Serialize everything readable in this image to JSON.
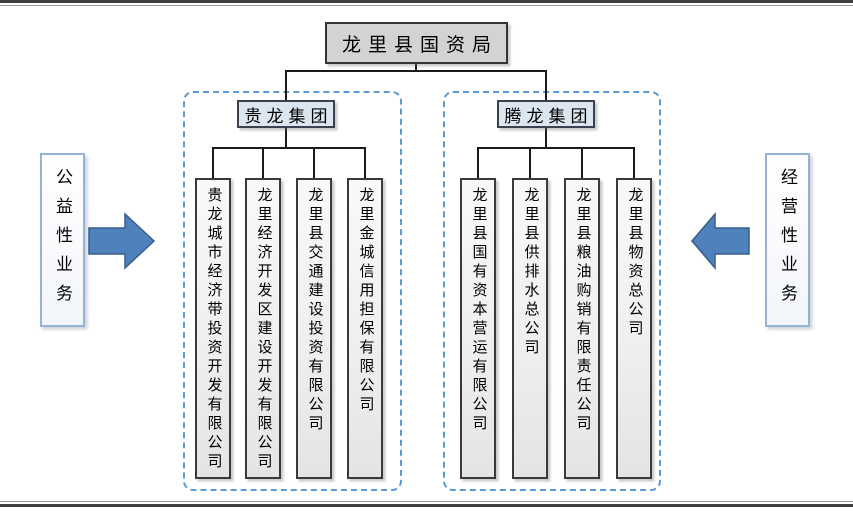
{
  "root": {
    "label": "龙里县国资局"
  },
  "groups": [
    {
      "name": "贵龙集团",
      "children": [
        "贵龙城市经济带投资开发有限公司",
        "龙里经济开发区建设开发有限公司",
        "龙里县交通建设投资有限公司",
        "龙里金城信用担保有限公司"
      ]
    },
    {
      "name": "腾龙集团",
      "children": [
        "龙里县国有资本营运有限公司",
        "龙里县供排水总公司",
        "龙里县粮油购销有限责任公司",
        "龙里县物资总公司"
      ]
    }
  ],
  "side_labels": {
    "left": "公益性业务",
    "right": "经营性业务"
  },
  "colors": {
    "root_fill": "#d3d3d3",
    "group_fill": "#dce6f1",
    "child_fill_top": "#f9f9f9",
    "child_fill_bottom": "#e4e4e6",
    "frame_dash": "#5b9bd5",
    "arrow_fill": "#4f81bd",
    "arrow_stroke": "#385d8a",
    "side_box_border": "#95b3d7",
    "connector": "#1a1a1a"
  }
}
